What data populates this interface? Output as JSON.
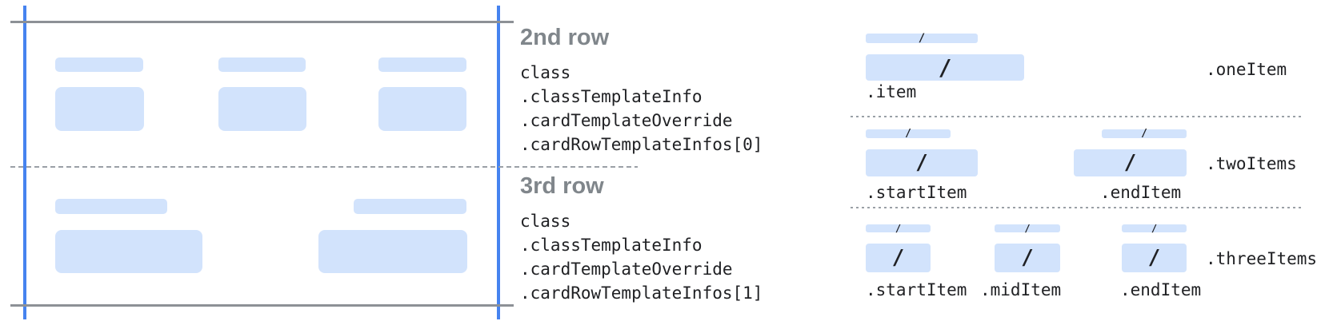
{
  "figure": {
    "description_left": "card wireframe with placeholder rows",
    "slash_glyph": "/"
  },
  "annotations": [
    {
      "title": "2nd row",
      "lines": [
        "class",
        ".classTemplateInfo",
        ".cardTemplateOverride",
        ".cardRowTemplateInfos[0]"
      ]
    },
    {
      "title": "3rd row",
      "lines": [
        "class",
        ".classTemplateInfo",
        ".cardTemplateOverride",
        ".cardRowTemplateInfos[1]"
      ]
    }
  ],
  "templates": [
    {
      "name": ".oneItem",
      "item_labels": [
        ".item"
      ]
    },
    {
      "name": ".twoItems",
      "item_labels": [
        ".startItem",
        ".endItem"
      ]
    },
    {
      "name": ".threeItems",
      "item_labels": [
        ".startItem",
        ".midItem",
        ".endItem"
      ]
    }
  ],
  "colors": {
    "bar_fill": "#d2e3fc",
    "edge_blue": "#4683ef",
    "line_gray": "#8d9196",
    "dash_gray": "#9aa0a6",
    "heading_gray": "#80868b",
    "code_text": "#202124"
  }
}
